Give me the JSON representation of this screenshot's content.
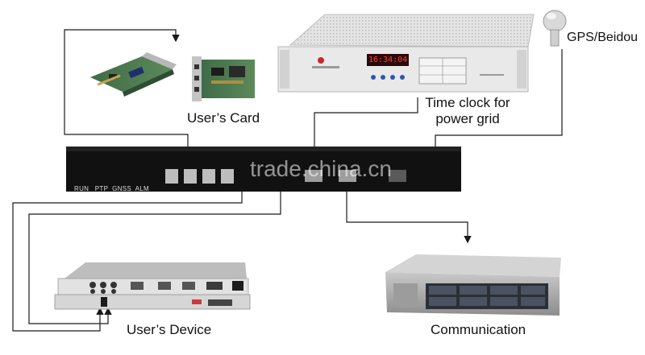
{
  "labels": {
    "users_card": "User’s Card",
    "time_clock_line1": "Time clock for",
    "time_clock_line2": "power grid",
    "gps": "GPS/Beidou",
    "users_device": "User’s Device",
    "communication": "Communication"
  },
  "device": {
    "led_labels": "RUN   PTP  GNSS  ALM",
    "clock_display": "16:34:04"
  },
  "watermark": "trade.china.cn",
  "colors": {
    "line": "#1a1a1a",
    "device_body": "#111111",
    "chassis": "#e6e6e6",
    "display": "#c8141e"
  }
}
